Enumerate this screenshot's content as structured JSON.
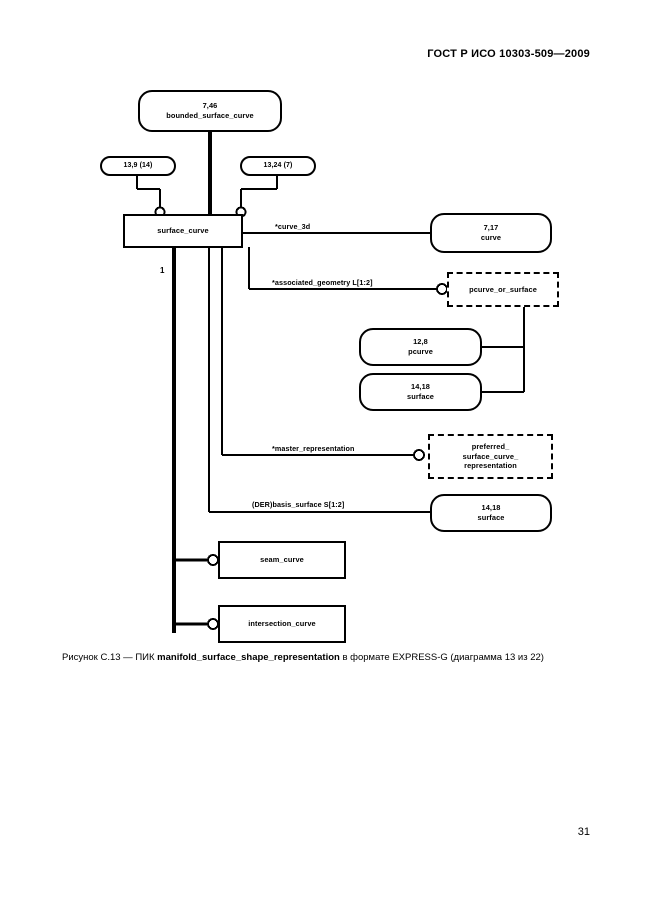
{
  "document": {
    "header": "ГОСТ Р ИСО 10303-509—2009",
    "page_number": "31"
  },
  "caption": {
    "prefix": "Рисунок С.13 — ПИК ",
    "schema": "manifold_surface_shape_representation",
    "suffix": " в формате EXPRESS-G (диаграмма 13 из 22)"
  },
  "diagram": {
    "type": "EXPRESS-G",
    "nodes": {
      "bounded_surface_curve": {
        "number": "7,46",
        "name": "bounded_surface_curve",
        "shape": "rounded"
      },
      "ref_13_9": {
        "label": "13,9 (14)",
        "shape": "oval"
      },
      "ref_13_24": {
        "label": "13,24 (7)",
        "shape": "oval"
      },
      "surface_curve": {
        "name": "surface_curve",
        "shape": "rect"
      },
      "curve": {
        "number": "7,17",
        "name": "curve",
        "shape": "rounded"
      },
      "pcurve_or_surface": {
        "name": "pcurve_or_surface",
        "shape": "dashed-select"
      },
      "pcurve": {
        "number": "12,8",
        "name": "pcurve",
        "shape": "rounded"
      },
      "surface_a": {
        "number": "14,18",
        "name": "surface",
        "shape": "rounded"
      },
      "preferred_representation": {
        "line1": "preferred_",
        "line2": "surface_curve_",
        "line3": "representation",
        "shape": "dashed-select"
      },
      "surface_b": {
        "number": "14,18",
        "name": "surface",
        "shape": "rounded"
      },
      "seam_curve": {
        "name": "seam_curve",
        "shape": "rect"
      },
      "intersection_curve": {
        "name": "intersection_curve",
        "shape": "rect"
      }
    },
    "edge_labels": {
      "curve_3d": "*curve_3d",
      "associated_geometry": "*associated_geometry L[1:2]",
      "master_representation": "*master_representation",
      "basis_surface": "(DER)basis_surface S[1:2]",
      "cardinality_one": "1"
    }
  }
}
